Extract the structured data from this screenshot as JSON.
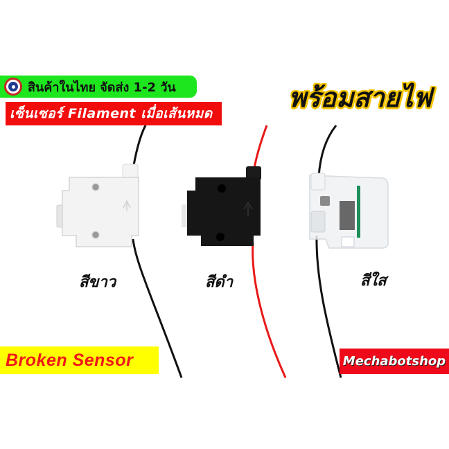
{
  "badges": {
    "shipping": {
      "text": "สินค้าในไทย จัดส่ง 1-2 วัน",
      "icon": "thai-flag-roundel-icon",
      "background": "#1ee61e"
    },
    "title": {
      "text": "เซ็นเซอร์ Filament เมื่อเส้นหมด",
      "background": "#f20d0d"
    },
    "headline": {
      "text": "พร้อมสายไฟ",
      "outline_color": "#f5c400"
    },
    "broken_sensor": {
      "text": "Broken Sensor",
      "background": "#ffff00",
      "text_color": "#f01818"
    },
    "shop": {
      "text": "Mechabotshop",
      "background": "#ee0a1a"
    }
  },
  "products": [
    {
      "name": "white-sensor",
      "label": "สีขาว",
      "body_color": "#f2f2f2",
      "wire_color": "#111111"
    },
    {
      "name": "black-sensor",
      "label": "สีดำ",
      "body_color": "#161616",
      "wire_color": "#e81818"
    },
    {
      "name": "clear-sensor",
      "label": "สีใส",
      "body_color": "#e8ecef",
      "wire_color": "#111111"
    }
  ]
}
